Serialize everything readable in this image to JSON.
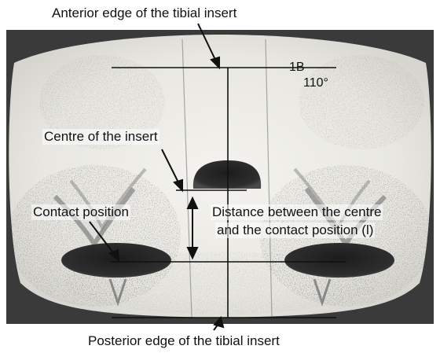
{
  "captions": {
    "top": "Anterior edge of the tibial insert",
    "bottom": "Posterior edge of the tibial insert"
  },
  "labels": {
    "specimen_code": "1B",
    "flexion_angle": "110°",
    "centre": "Centre of the insert",
    "contact": "Contact position",
    "distance_line1": "Distance between the centre",
    "distance_line2": "and the contact position (l)"
  },
  "colors": {
    "frame": "#3a3a3a",
    "insert_surface": "#ecebe6",
    "contact_mark": "#2a2a2a",
    "annotation_line": "#111111"
  }
}
